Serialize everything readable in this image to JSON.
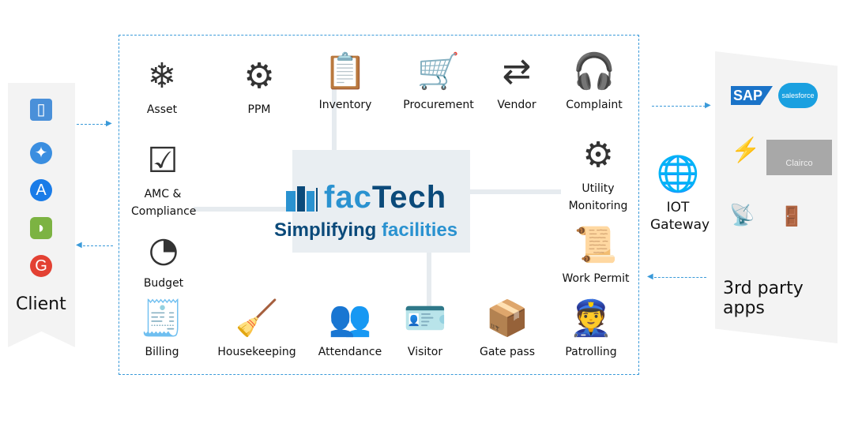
{
  "brand": {
    "name_part1": "fac",
    "name_part2": "Tech",
    "tagline_part1": "Simplifying",
    "tagline_part2": "facilities",
    "colors": {
      "light": "#2a92d0",
      "dark": "#0b4a7a",
      "accent": "#3a9ad9"
    }
  },
  "modules": [
    {
      "label": "Asset",
      "icon": "hvac-unit-icon"
    },
    {
      "label": "PPM",
      "icon": "gears-wrench-icon"
    },
    {
      "label": "Inventory",
      "icon": "clipboard-box-icon"
    },
    {
      "label": "Procurement",
      "icon": "document-cart-icon"
    },
    {
      "label": "Vendor",
      "icon": "people-exchange-icon"
    },
    {
      "label": "Complaint",
      "icon": "support-agent-icon"
    },
    {
      "label": "AMC & Compliance",
      "icon": "checklist-icon"
    },
    {
      "label": "Utility Monitoring",
      "icon": "gear-monitor-icon"
    },
    {
      "label": "Budget",
      "icon": "pie-chart-dollar-icon"
    },
    {
      "label": "Work Permit",
      "icon": "certificate-stamp-icon"
    },
    {
      "label": "Billing",
      "icon": "bill-icon"
    },
    {
      "label": "Housekeeping",
      "icon": "cleaner-icon"
    },
    {
      "label": "Attendance",
      "icon": "people-check-icon"
    },
    {
      "label": "Visitor",
      "icon": "visitor-badge-icon"
    },
    {
      "label": "Gate pass",
      "icon": "clipboard-boxes-icon"
    },
    {
      "label": "Patrolling",
      "icon": "guard-patrol-icon"
    }
  ],
  "iot": {
    "label": "IOT Gateway",
    "icon": "iot-network-icon"
  },
  "client": {
    "label": "Client",
    "icons": [
      "smartphone-icon",
      "safari-icon",
      "app-store-icon",
      "android-icon",
      "chrome-icon"
    ]
  },
  "third_party": {
    "label": "3rd party apps",
    "logos": [
      "SAP",
      "salesforce",
      "Clairco"
    ],
    "icons": [
      "lightning-icon",
      "sensor-camera-icon",
      "smart-door-icon"
    ]
  }
}
